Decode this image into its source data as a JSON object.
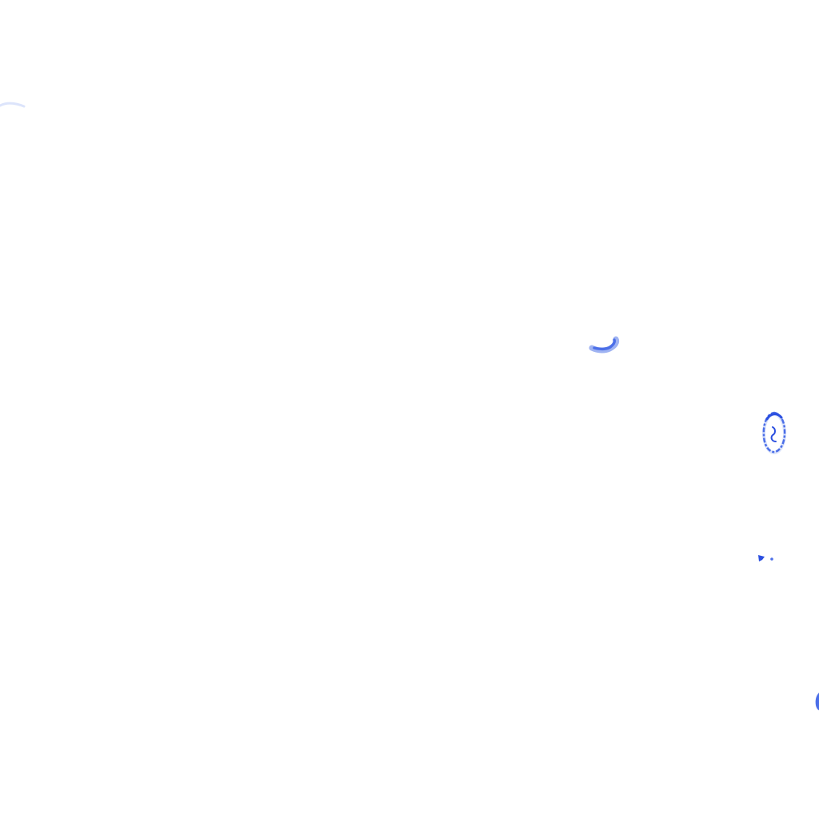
{
  "background_color": "#ffffff",
  "colors": {
    "ink_deep": "#2b4fe0",
    "ink_mid": "#4c6fe8",
    "ink_light": "#9fb3f2",
    "ink_faint": "#dce4fb"
  },
  "marks": [
    {
      "name": "faint-streak-top-left",
      "kind": "streak",
      "color": "ink_faint"
    },
    {
      "name": "curved-blue-stroke",
      "kind": "curl",
      "color": "ink_mid"
    },
    {
      "name": "ring-shaped-speck",
      "kind": "ring",
      "color": "ink_deep"
    },
    {
      "name": "small-blue-fleck",
      "kind": "fleck",
      "color": "ink_deep"
    },
    {
      "name": "edge-blue-fragment",
      "kind": "fragment",
      "color": "ink_mid"
    }
  ]
}
